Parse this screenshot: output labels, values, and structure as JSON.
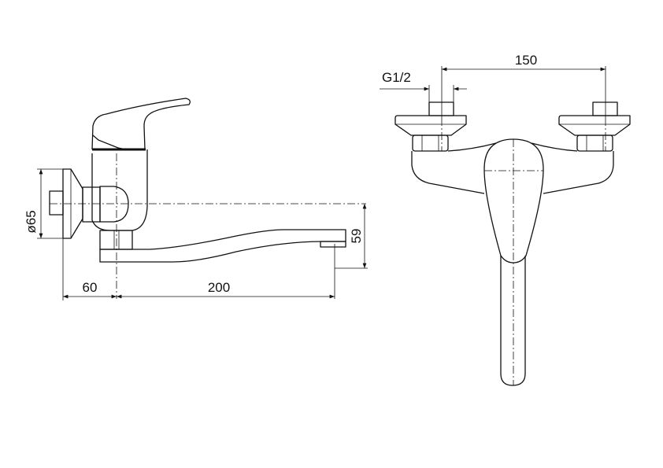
{
  "side_view": {
    "dim_flange_diameter": "ø65",
    "dim_wall_offset": "60",
    "dim_spout_reach": "200",
    "dim_spout_height": "59"
  },
  "front_view": {
    "dim_inlet_spacing": "150",
    "dim_thread": "G1/2"
  }
}
